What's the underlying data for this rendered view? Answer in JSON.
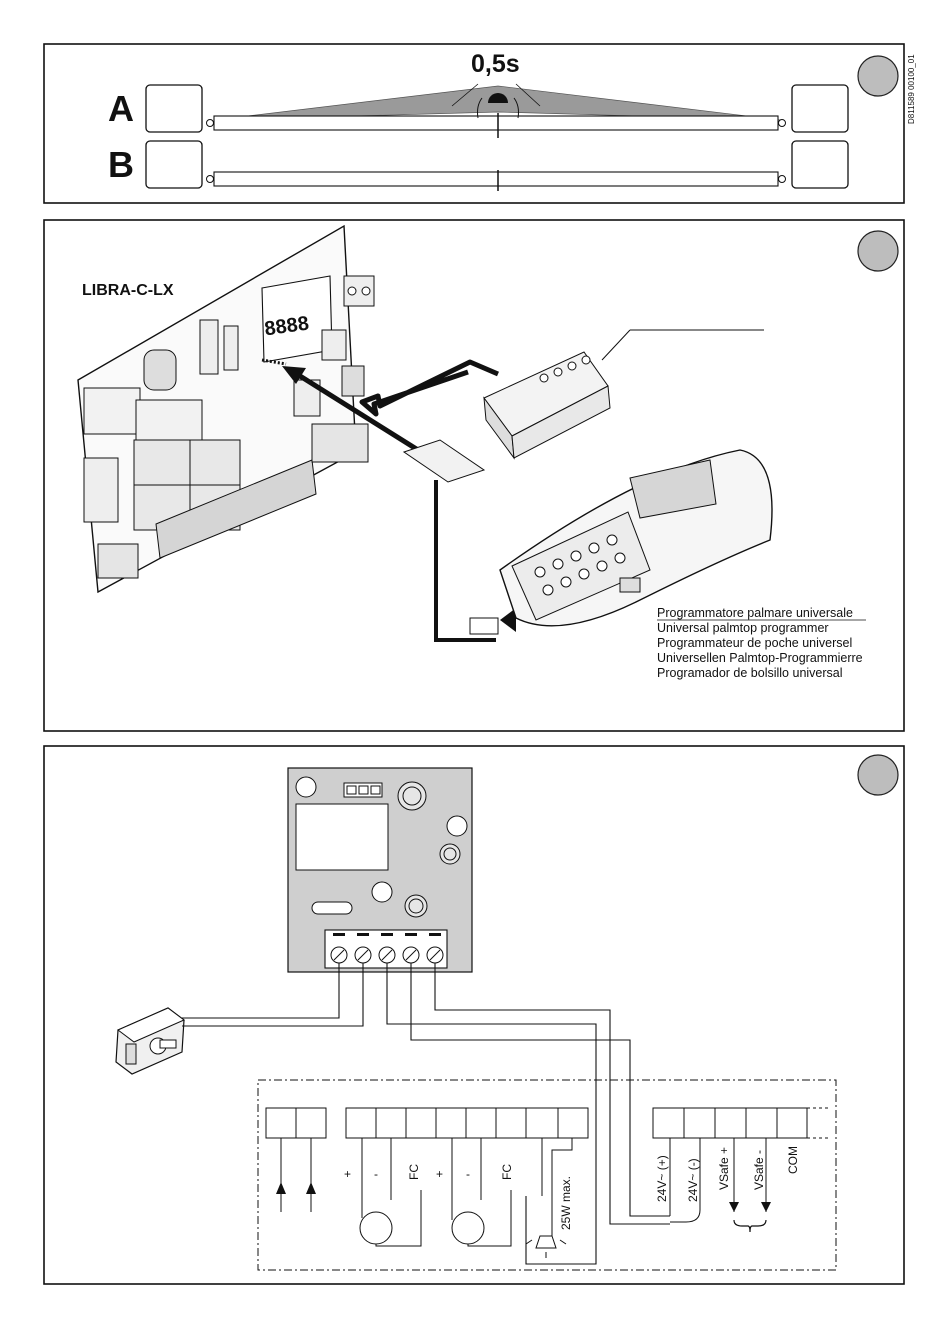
{
  "document": {
    "code": "D811589 00100_01"
  },
  "panel1": {
    "timing": "0,5s",
    "row_a": "A",
    "row_b": "B"
  },
  "panel2": {
    "model": "LIBRA-C-LX",
    "display_digits": "8888",
    "programmer_labels": [
      "Programmatore palmare universale",
      "Universal palmtop programmer",
      "Programmateur de poche universel",
      "Universellen Palmtop-Programmierre",
      "Programador de bolsillo universal"
    ]
  },
  "panel3": {
    "motor_terminals_1": [
      "+",
      "-",
      "FC"
    ],
    "motor_terminals_2": [
      "+",
      "-",
      "FC"
    ],
    "lamp": "25W max.",
    "power_terminals": [
      "24V~ (+)",
      "24V~ (-)",
      "VSafe +",
      "VSafe -",
      "COM"
    ]
  },
  "colors": {
    "panel_grey": "#bdbdbd",
    "board_grey": "#cfcfcf",
    "sweep_grey": "#9a9a9a"
  }
}
